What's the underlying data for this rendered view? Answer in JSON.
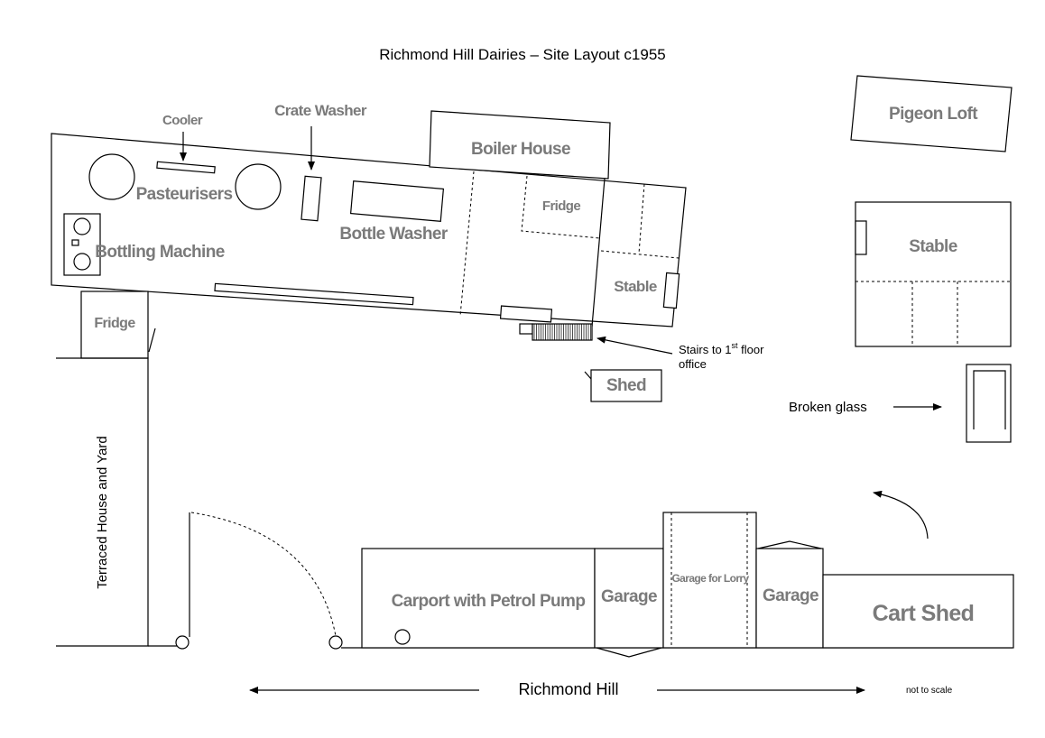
{
  "title": "Richmond Hill Dairies – Site Layout c1955",
  "labels": {
    "cooler": "Cooler",
    "crate_washer": "Crate Washer",
    "boiler_house": "Boiler House",
    "pigeon_loft": "Pigeon Loft",
    "pasteurisers": "Pasteurisers",
    "bottle_washer": "Bottle Washer",
    "bottling_machine": "Bottling Machine",
    "fridge_main": "Fridge",
    "fridge_yard": "Fridge",
    "stable_main": "Stable",
    "stable_right": "Stable",
    "shed": "Shed",
    "carport": "Carport with Petrol Pump",
    "garage_left": "Garage",
    "garage_lorry": "Garage for Lorry",
    "garage_right": "Garage",
    "cart_shed": "Cart Shed",
    "terraced_house": "Terraced House and Yard"
  },
  "annotations": {
    "stairs_prefix": "Stairs to 1",
    "stairs_sup": "st",
    "stairs_suffix": " floor",
    "stairs_line2": "office",
    "broken_glass": "Broken glass",
    "road": "Richmond Hill",
    "not_to_scale": "not to scale"
  }
}
